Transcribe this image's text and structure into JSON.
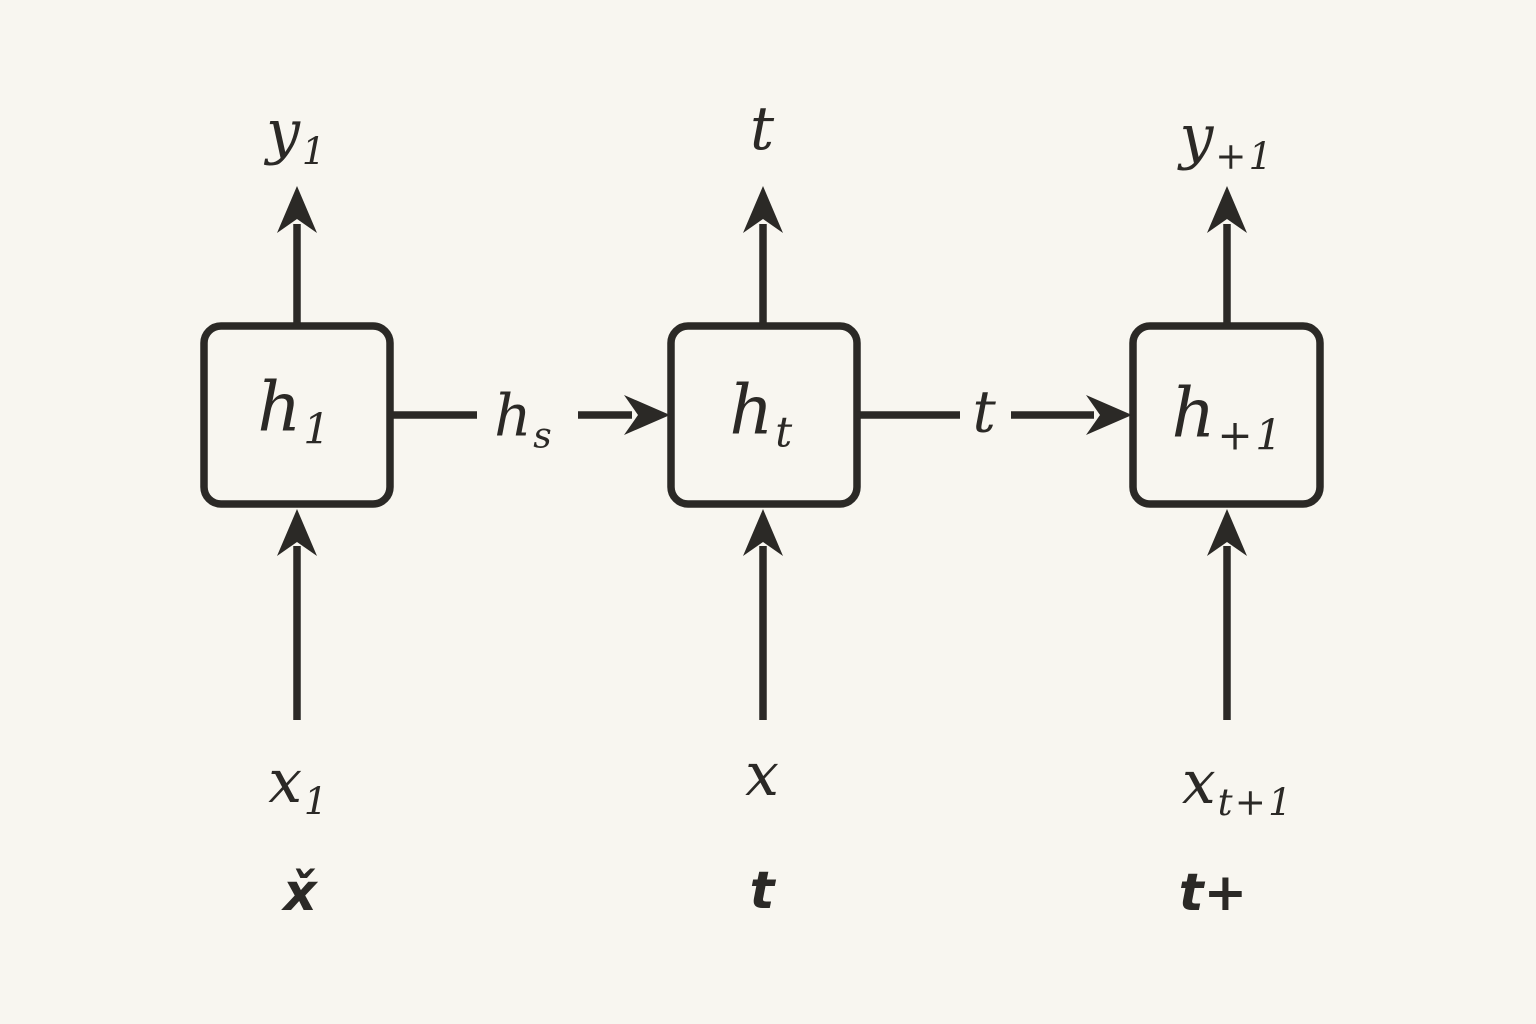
{
  "diagram": {
    "title": "recurrent-network-unrolled",
    "bg_color": "#F8F6F0",
    "ink_color": "#2B2926",
    "columns": [
      {
        "output": {
          "base": "y",
          "sub": "1"
        },
        "state": {
          "base": "h",
          "sub": "1"
        },
        "input": {
          "base": "x",
          "sub": "1"
        },
        "footnote": "x̌"
      },
      {
        "output": {
          "base": "t",
          "sub": ""
        },
        "state": {
          "base": "h",
          "sub": "t"
        },
        "input": {
          "base": "x",
          "sub": ""
        },
        "footnote": "t"
      },
      {
        "output": {
          "base": "y",
          "sub": "+1"
        },
        "state": {
          "base": "h",
          "sub": "+1"
        },
        "input": {
          "base": "x",
          "sub": "t+1"
        },
        "footnote": "t+"
      }
    ],
    "connections": [
      {
        "base": "h",
        "sub": "s"
      },
      {
        "base": "t",
        "sub": ""
      }
    ]
  }
}
